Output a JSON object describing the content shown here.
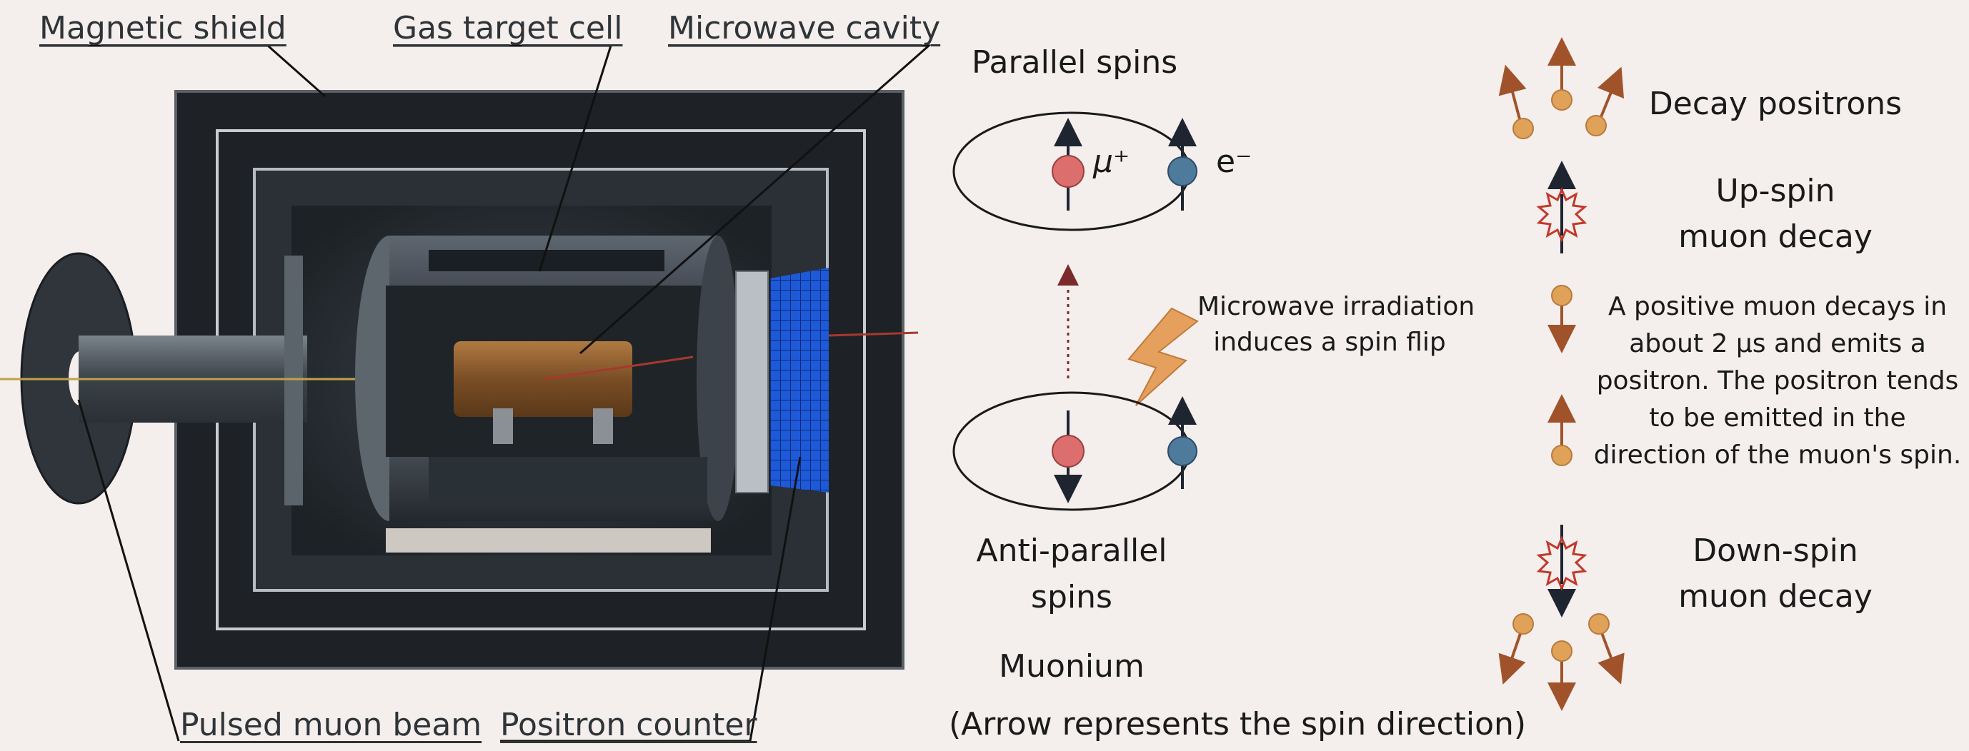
{
  "apparatus": {
    "magnetic_shield": "Magnetic shield",
    "gas_target_cell": "Gas target cell",
    "microwave_cavity": "Microwave cavity",
    "pulsed_muon_beam": "Pulsed muon beam",
    "positron_counter": "Positron counter"
  },
  "muonium": {
    "parallel_title": "Parallel spins",
    "muon_symbol": "μ⁺",
    "electron_symbol": "e⁻",
    "flip_text_line1": "Microwave irradiation",
    "flip_text_line2": "induces a spin flip",
    "antiparallel_line1": "Anti-parallel",
    "antiparallel_line2": "spins",
    "muonium_label": "Muonium",
    "arrow_note": "(Arrow represents the spin direction)"
  },
  "decay": {
    "decay_positrons": "Decay positrons",
    "upspin_line1": "Up-spin",
    "upspin_line2": "muon decay",
    "downspin_line1": "Down-spin",
    "downspin_line2": "muon decay",
    "explanation": "A positive muon decays in about 2 μs and emits a positron. The positron tends to be emitted in the direction of the muon's spin."
  },
  "colors": {
    "background": "#f4eeec",
    "muon": "#dc6e6e",
    "electron": "#4e7a9c",
    "positron": "#e0a258",
    "arrow": "#1e2530",
    "flip_bolt": "#e4a05c",
    "counter": "#1e5ad8"
  }
}
